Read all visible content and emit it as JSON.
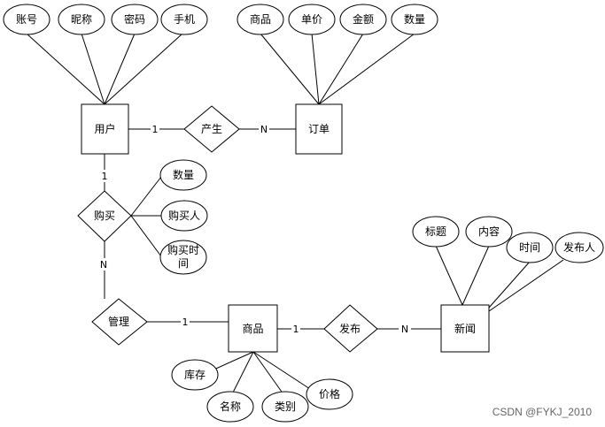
{
  "entities": {
    "user": "用户",
    "order": "订单",
    "product": "商品",
    "news": "新闻"
  },
  "relations": {
    "produce": "产生",
    "purchase": "购买",
    "manage": "管理",
    "publish": "发布"
  },
  "attributes": {
    "user_account": "账号",
    "user_nickname": "昵称",
    "user_password": "密码",
    "user_phone": "手机",
    "order_product": "商品",
    "order_unit_price": "单价",
    "order_amount": "金额",
    "order_quantity": "数量",
    "purchase_quantity": "数量",
    "purchase_buyer": "购买人",
    "purchase_time_line1": "购买时",
    "purchase_time_line2": "间",
    "news_title": "标题",
    "news_content": "内容",
    "news_time": "时间",
    "news_publisher": "发布人",
    "product_stock": "库存",
    "product_name": "名称",
    "product_category": "类别",
    "product_price": "价格"
  },
  "cardinalities": {
    "user_produce": "1",
    "produce_order": "N",
    "user_purchase": "1",
    "purchase_manage": "N",
    "manage_product": "1",
    "product_publish": "1",
    "publish_news": "N"
  },
  "watermark": "CSDN @FYKJ_2010"
}
